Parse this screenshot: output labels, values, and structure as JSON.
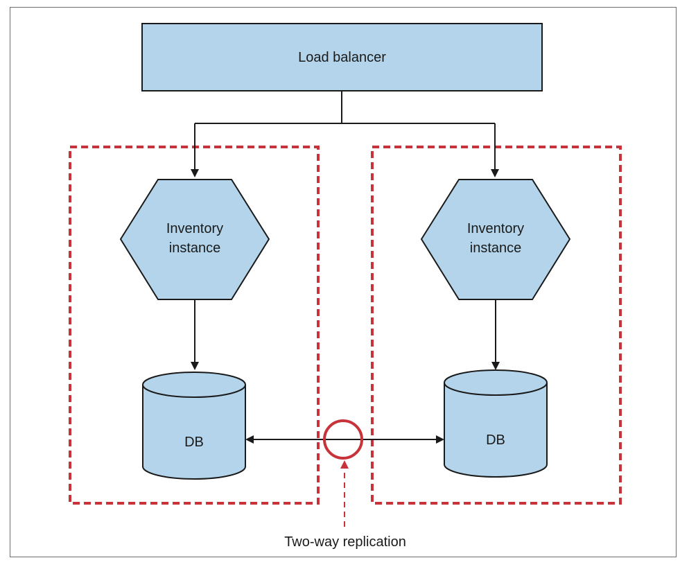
{
  "diagram": {
    "load_balancer": {
      "label": "Load balancer"
    },
    "zones": [
      {
        "instance": {
          "line1": "Inventory",
          "line2": "instance"
        },
        "db": {
          "label": "DB"
        }
      },
      {
        "instance": {
          "line1": "Inventory",
          "line2": "instance"
        },
        "db": {
          "label": "DB"
        }
      }
    ],
    "replication": {
      "label": "Two-way replication"
    },
    "colors": {
      "node_fill": "#b3d4ea",
      "stroke": "#1a1a1a",
      "zone_border": "#c8323a",
      "highlight_ring": "#c8323a"
    }
  }
}
